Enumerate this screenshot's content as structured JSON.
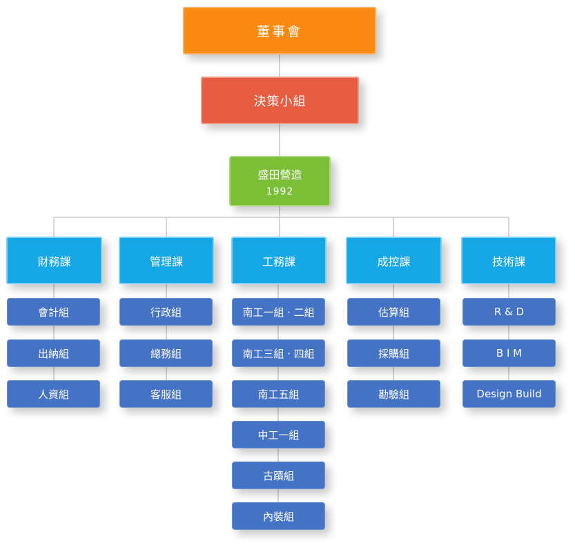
{
  "board": "董事會",
  "decision": "決策小組",
  "company": {
    "name": "盛田營造",
    "year": "1992"
  },
  "divisions": [
    {
      "name": "財務課",
      "groups": [
        "會計組",
        "出納組",
        "人資組"
      ]
    },
    {
      "name": "管理課",
      "groups": [
        "行政組",
        "總務組",
        "客服組"
      ]
    },
    {
      "name": "工務課",
      "groups": [
        "南工一組 · 二組",
        "南工三組 · 四組",
        "南工五組",
        "中工一組",
        "古蹟組",
        "內裝組"
      ]
    },
    {
      "name": "成控課",
      "groups": [
        "估算組",
        "採購組",
        "勘驗組"
      ]
    },
    {
      "name": "技術課",
      "groups": [
        "R & D",
        "B I M",
        "Design Build"
      ]
    }
  ],
  "colors": {
    "board": "#fa8a12",
    "decision": "#e65d41",
    "company": "#7bbf37",
    "division": "#15a7e6",
    "group": "#4472c4",
    "connector": "#c8c8c8"
  }
}
